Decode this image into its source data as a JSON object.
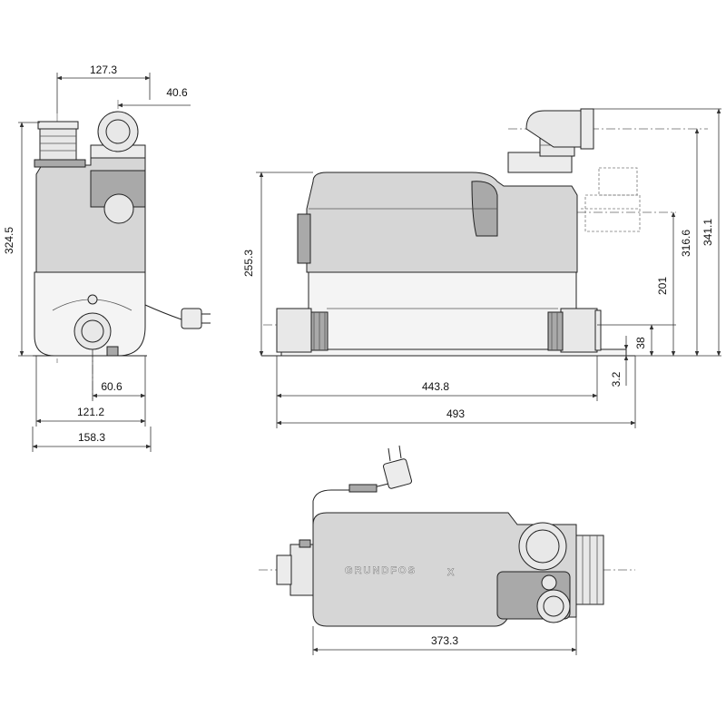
{
  "brand": {
    "logo_text": "GRUNDFOS",
    "logo_mark": "X"
  },
  "dimensions": {
    "side_view": {
      "top_width": "127.3",
      "top_offset": "40.6",
      "height": "324.5",
      "outlet_offset": "60.6",
      "body_width": "121.2",
      "total_width": "158.3"
    },
    "front_view": {
      "body_height": "255.3",
      "inlet_spacing": "443.8",
      "total_length": "493",
      "base_thickness": "3.2",
      "inlet_height": "38",
      "side_inlet_height": "201",
      "outlet_center_height": "316.6",
      "total_height": "341.1"
    },
    "top_view": {
      "body_length": "373.3"
    }
  },
  "colors": {
    "line": "#222222",
    "body": "#d6d6d6",
    "accent_dark": "#a9a9a9"
  }
}
